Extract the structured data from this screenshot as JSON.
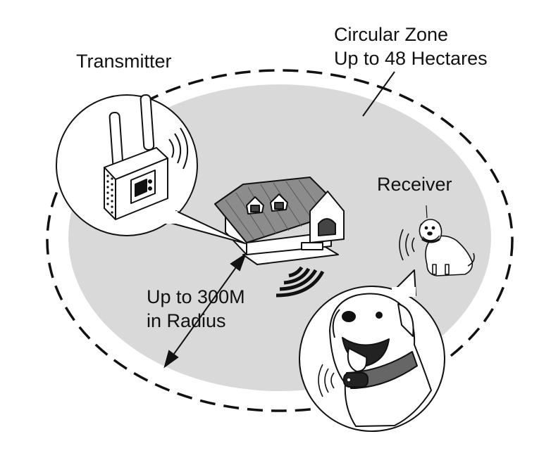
{
  "labels": {
    "transmitter": "Transmitter",
    "zone_line1": "Circular Zone",
    "zone_line2": "Up to 48 Hectares",
    "receiver": "Receiver",
    "radius_line1": "Up to 300M",
    "radius_line2": "in Radius"
  },
  "colors": {
    "zone_fill": "#d9d9d9",
    "outline": "#111111",
    "background": "#ffffff"
  },
  "icons": [
    "transmitter-device-icon",
    "house-icon",
    "signal-waves-icon",
    "dog-icon",
    "dog-collar-closeup-icon",
    "double-arrow-icon"
  ]
}
